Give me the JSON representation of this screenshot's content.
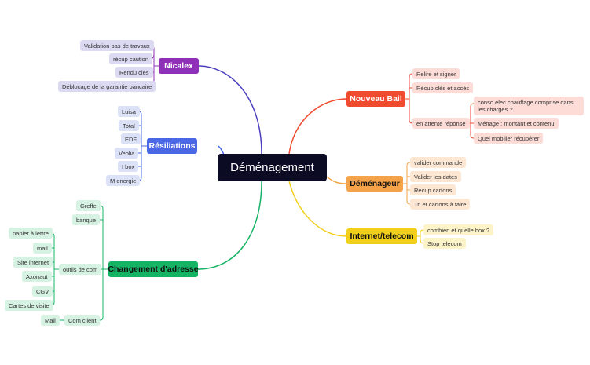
{
  "root": {
    "label": "Déménagement"
  },
  "colors": {
    "nicalex": "#8f30b8",
    "nicalex_leaf": "#dcd9f2",
    "resiliations": "#4a68e6",
    "resiliations_leaf": "#dbe1f7",
    "changement": "#14b464",
    "changement_leaf": "#d6f2e2",
    "bail": "#f04a2f",
    "bail_leaf": "#fddcd7",
    "demenageur": "#f5a34a",
    "demenageur_leaf": "#fde7d3",
    "internet": "#f2cf1b",
    "internet_leaf": "#fcf3c8",
    "root": "#0b0b24"
  },
  "branches": {
    "nicalex": {
      "label": "Nicalex",
      "items": [
        "Validation pas de travaux",
        "récup caution",
        "Rendu clés",
        "Déblocage de la garantie bancaire"
      ]
    },
    "resiliations": {
      "label": "Résiliations",
      "items": [
        "Luisa",
        "Total",
        "EDF",
        "Veolia",
        "I box",
        "M energie"
      ]
    },
    "changement": {
      "label": "Changement d'adresse",
      "items": [
        "Greffe",
        "banque"
      ],
      "outils": {
        "label": "outils de com",
        "items": [
          "papier à lettre",
          "mail",
          "Site internet",
          "Axonaut",
          "CGV",
          "Cartes de visite"
        ]
      },
      "client": {
        "label": "Com client",
        "items": [
          "Mail"
        ]
      }
    },
    "bail": {
      "label": "Nouveau Bail",
      "items": [
        "Relire et signer",
        "Récup clés et accès"
      ],
      "attente": {
        "label": "en attente réponse",
        "items": [
          "conso elec chauffage comprise dans les charges ?",
          "Ménage : montant et contenu",
          "Quel mobilier récupérer"
        ]
      }
    },
    "demenageur": {
      "label": "Déménageur",
      "items": [
        "valider commande",
        "Valider les dates",
        "Récup cartons",
        "Tri et cartons à faire"
      ]
    },
    "internet": {
      "label": "Internet/telecom",
      "items": [
        "combien et quelle box ?",
        "Stop telecom"
      ]
    }
  }
}
